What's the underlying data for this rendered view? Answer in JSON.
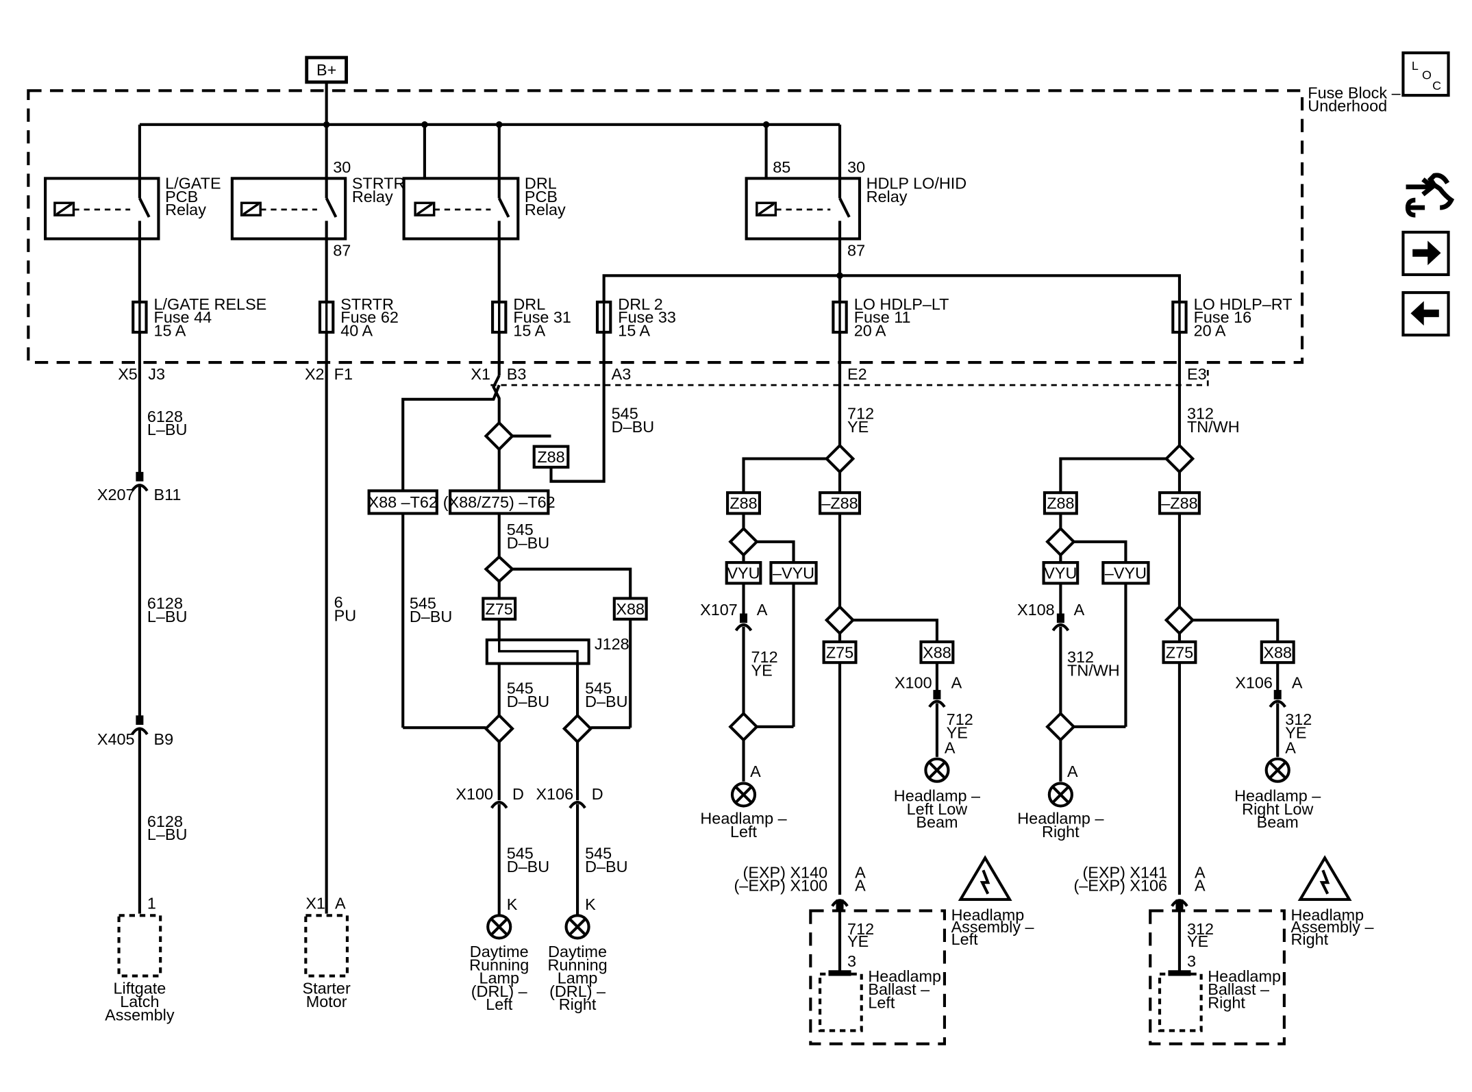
{
  "battery": "B+",
  "fuse_block": [
    "Fuse Block –",
    "Underhood"
  ],
  "relays": {
    "lgate": [
      "L/GATE",
      "PCB",
      "Relay"
    ],
    "strtr": [
      "STRTR",
      "Relay"
    ],
    "drl": [
      "DRL",
      "PCB",
      "Relay"
    ],
    "hdlp": [
      "HDLP LO/HID",
      "Relay"
    ],
    "pin30": "30",
    "pin87": "87",
    "pin85": "85"
  },
  "fuses": {
    "lgate": [
      "L/GATE RELSE",
      "Fuse 44",
      "15 A"
    ],
    "strtr": [
      "STRTR",
      "Fuse 62",
      "40 A"
    ],
    "drl": [
      "DRL",
      "Fuse 31",
      "15 A"
    ],
    "drl2": [
      "DRL 2",
      "Fuse 33",
      "15 A"
    ],
    "lo_lt": [
      "LO HDLP–LT",
      "Fuse 11",
      "20 A"
    ],
    "lo_rt": [
      "LO HDLP–RT",
      "Fuse 16",
      "20 A"
    ]
  },
  "block_pins": {
    "x5": "X5",
    "j3": "J3",
    "x2": "X2",
    "f1": "F1",
    "x1": "X1",
    "b3": "B3",
    "a3": "A3",
    "e2": "E2",
    "e3": "E3"
  },
  "wires": {
    "w6128": [
      "6128",
      "L–BU"
    ],
    "w6": [
      "6",
      "PU"
    ],
    "w545": [
      "545",
      "D–BU"
    ],
    "w712": [
      "712",
      "YE"
    ],
    "w312y": [
      "312",
      "YE"
    ],
    "w312tn": [
      "312",
      "TN/WH"
    ]
  },
  "options": {
    "z88": "Z88",
    "nz88": "–Z88",
    "z75": "Z75",
    "x88": "X88",
    "vyu": "VYU",
    "nvyu": "–VYU",
    "x88_t62": "X88 –T62",
    "x88z75_t62": "(X88/Z75) –T62"
  },
  "connectors": {
    "x207": "X207",
    "b11": "B11",
    "x405": "X405",
    "b9": "B9",
    "pin1": "1",
    "x1": "X1",
    "a": "A",
    "d": "D",
    "k": "K",
    "j128": "J128",
    "x100": "X100",
    "x106": "X106",
    "x107": "X107",
    "x108": "X108",
    "exp_x140": "(EXP) X140",
    "nexp_x100": "(–EXP) X100",
    "exp_x141": "(EXP) X141",
    "nexp_x106": "(–EXP) X106",
    "pin3": "3"
  },
  "components": {
    "liftgate": [
      "Liftgate",
      "Latch",
      "Assembly"
    ],
    "starter": [
      "Starter",
      "Motor"
    ],
    "drl_left": [
      "Daytime",
      "Running",
      "Lamp",
      "(DRL) –",
      "Left"
    ],
    "drl_right": [
      "Daytime",
      "Running",
      "Lamp",
      "(DRL) –",
      "Right"
    ],
    "hl_left": [
      "Headlamp –",
      "Left"
    ],
    "hl_left_low": [
      "Headlamp –",
      "Left Low",
      "Beam"
    ],
    "hl_right": [
      "Headlamp –",
      "Right"
    ],
    "hl_right_low": [
      "Headlamp –",
      "Right Low",
      "Beam"
    ],
    "hl_assy_left": [
      "Headlamp",
      "Assembly –",
      "Left"
    ],
    "hl_assy_right": [
      "Headlamp",
      "Assembly –",
      "Right"
    ],
    "ballast_left": [
      "Headlamp",
      "Ballast –",
      "Left"
    ],
    "ballast_right": [
      "Headlamp",
      "Ballast –",
      "Right"
    ]
  },
  "nav": {
    "loc": [
      "L",
      "O",
      "C"
    ]
  }
}
